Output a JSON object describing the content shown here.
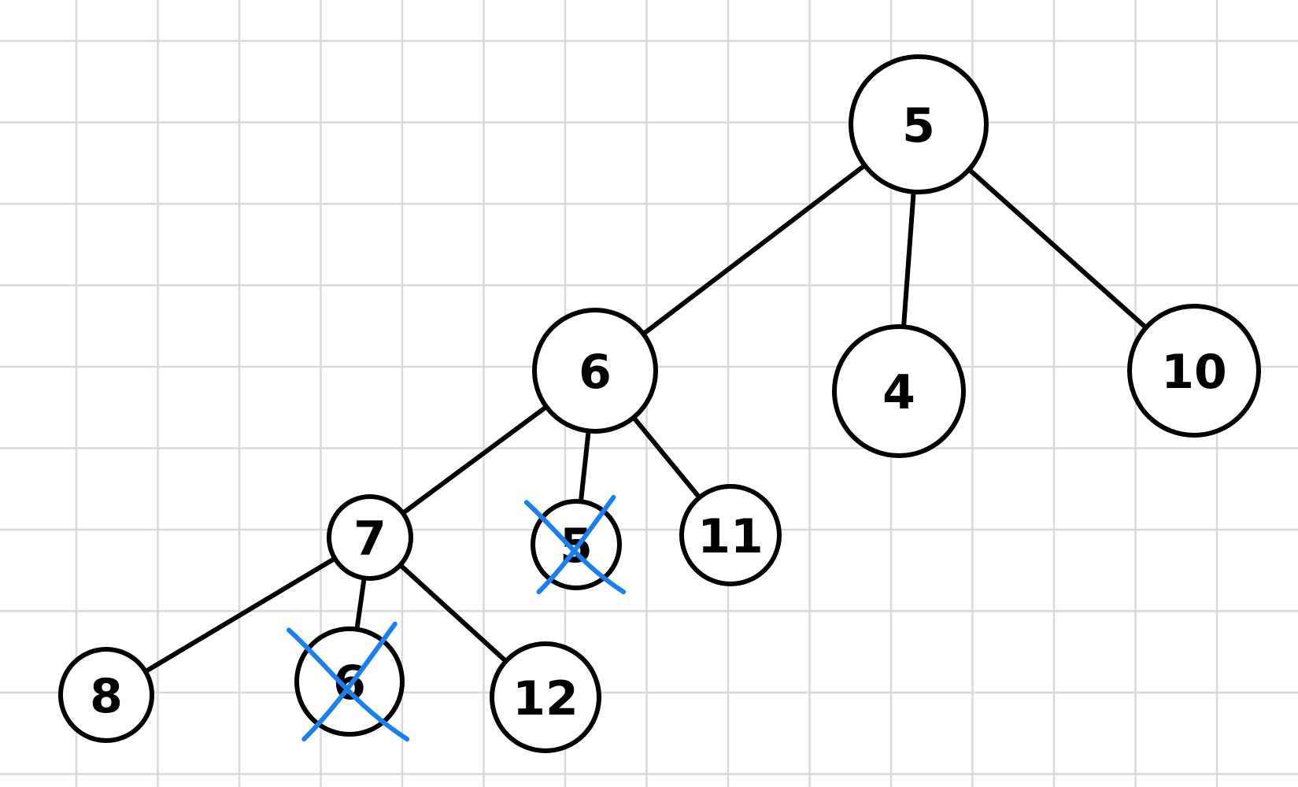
{
  "colors": {
    "background": "#ffffff",
    "grid": "#d9d9d9",
    "ink": "#000000",
    "strike": "#1a7ff0"
  },
  "tree": {
    "nodes": [
      {
        "id": "n5",
        "label": "5",
        "crossed": false
      },
      {
        "id": "n6",
        "label": "6",
        "crossed": false
      },
      {
        "id": "n4",
        "label": "4",
        "crossed": false
      },
      {
        "id": "n10",
        "label": "10",
        "crossed": false
      },
      {
        "id": "n7",
        "label": "7",
        "crossed": false
      },
      {
        "id": "n5b",
        "label": "5",
        "crossed": true
      },
      {
        "id": "n11",
        "label": "11",
        "crossed": false
      },
      {
        "id": "n8",
        "label": "8",
        "crossed": false
      },
      {
        "id": "n6b",
        "label": "6",
        "crossed": true
      },
      {
        "id": "n12",
        "label": "12",
        "crossed": false
      }
    ],
    "edges": [
      {
        "from": "n5",
        "to": "n6"
      },
      {
        "from": "n5",
        "to": "n4"
      },
      {
        "from": "n5",
        "to": "n10"
      },
      {
        "from": "n6",
        "to": "n7"
      },
      {
        "from": "n6",
        "to": "n5b"
      },
      {
        "from": "n6",
        "to": "n11"
      },
      {
        "from": "n7",
        "to": "n8"
      },
      {
        "from": "n7",
        "to": "n6b"
      },
      {
        "from": "n7",
        "to": "n12"
      }
    ]
  }
}
